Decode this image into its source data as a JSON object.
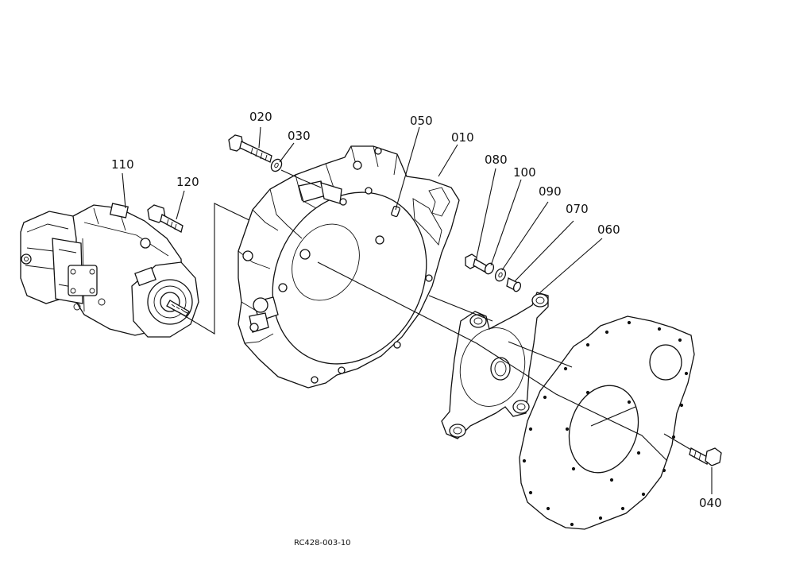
{
  "diagram": {
    "callouts": [
      "010",
      "020",
      "030",
      "040",
      "050",
      "060",
      "070",
      "080",
      "090",
      "100",
      "110",
      "120"
    ],
    "drawing_code": "RC428-003-10"
  }
}
